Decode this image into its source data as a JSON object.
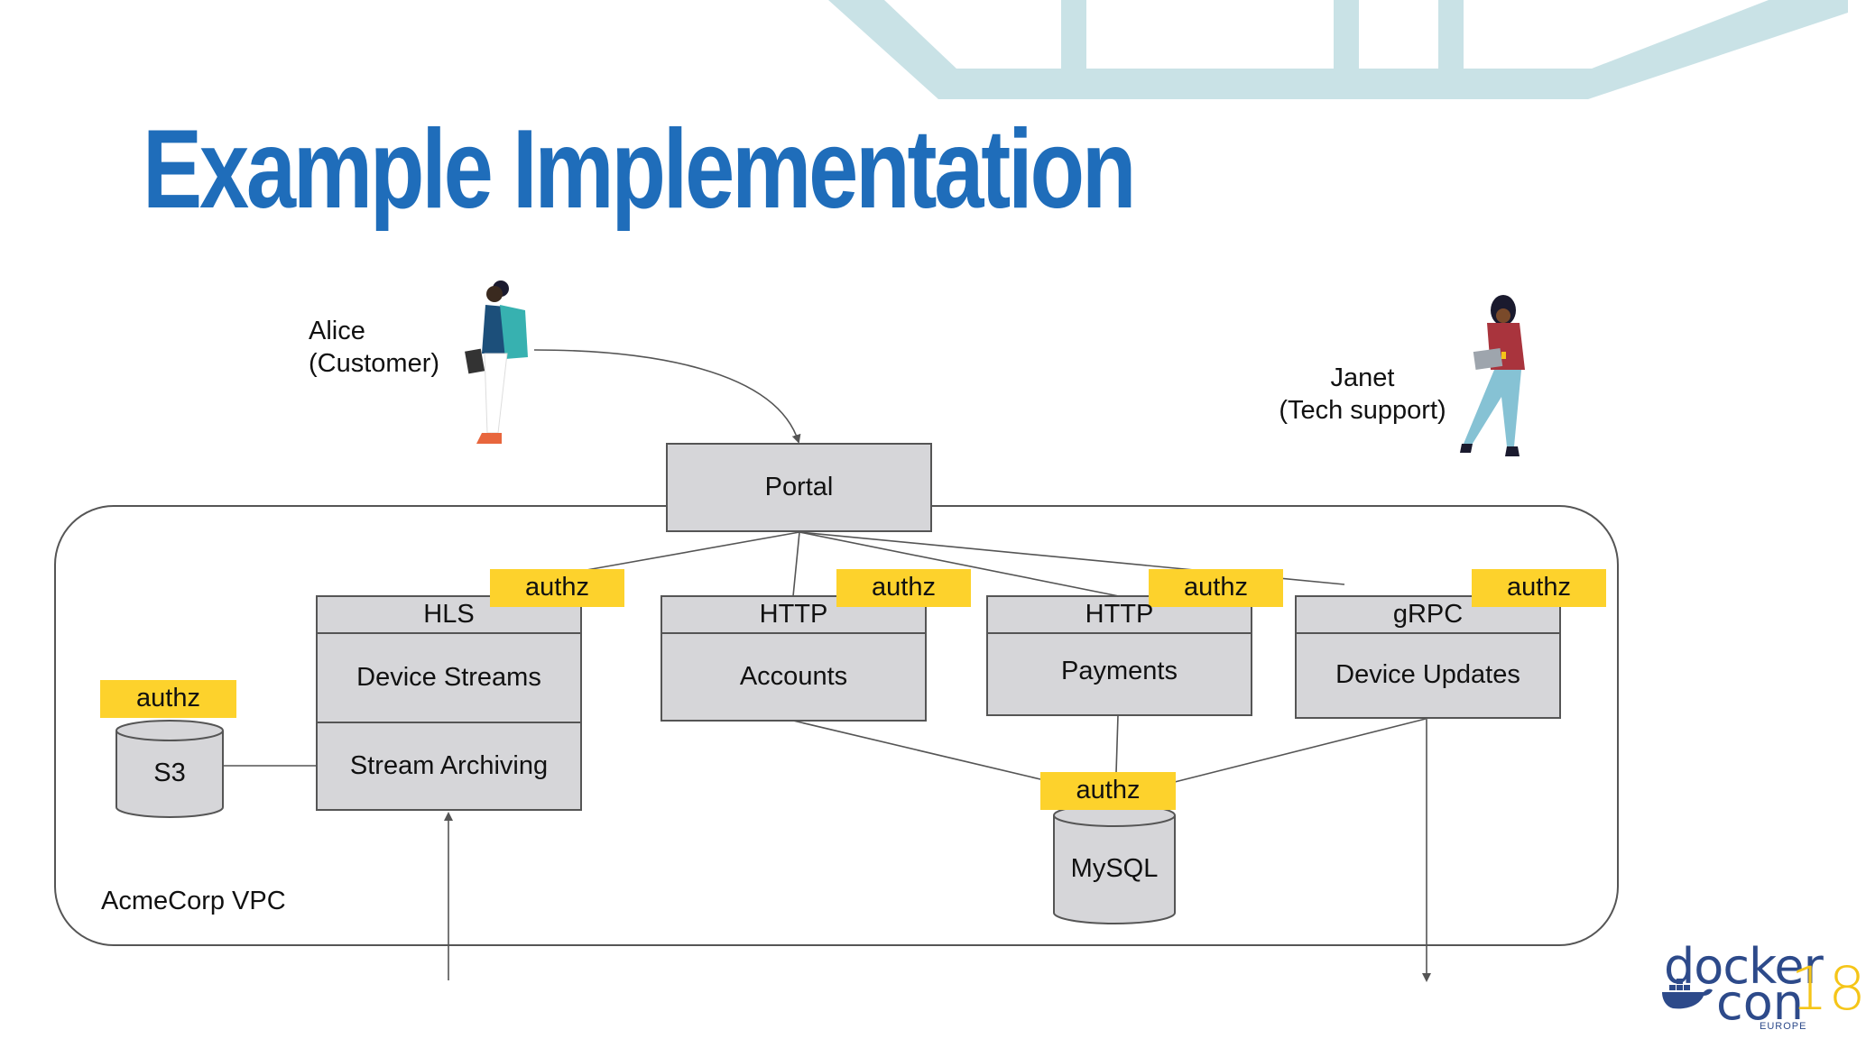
{
  "slide": {
    "title": "Example Implementation",
    "title_color": "#1f6dba"
  },
  "actors": {
    "alice": {
      "name": "Alice",
      "role": "(Customer)"
    },
    "janet": {
      "name": "Janet",
      "role": "(Tech support)"
    }
  },
  "vpc": {
    "label": "AcmeCorp VPC"
  },
  "portal": {
    "label": "Portal"
  },
  "services": {
    "hls": {
      "protocol": "HLS",
      "name": "Device Streams",
      "sub": "Stream Archiving"
    },
    "accounts": {
      "protocol": "HTTP",
      "name": "Accounts"
    },
    "payments": {
      "protocol": "HTTP",
      "name": "Payments"
    },
    "device_updates": {
      "protocol": "gRPC",
      "name": "Device Updates"
    }
  },
  "stores": {
    "s3": {
      "name": "S3"
    },
    "mysql": {
      "name": "MySQL"
    }
  },
  "authz": {
    "label": "authz",
    "color": "#fdd22c"
  },
  "logo": {
    "brand_top": "docker",
    "brand_bottom": "con",
    "year": "18",
    "region": "EUROPE"
  },
  "colors": {
    "box_fill": "#d6d6d9",
    "box_stroke": "#555555",
    "deco": "#c9e2e6"
  }
}
